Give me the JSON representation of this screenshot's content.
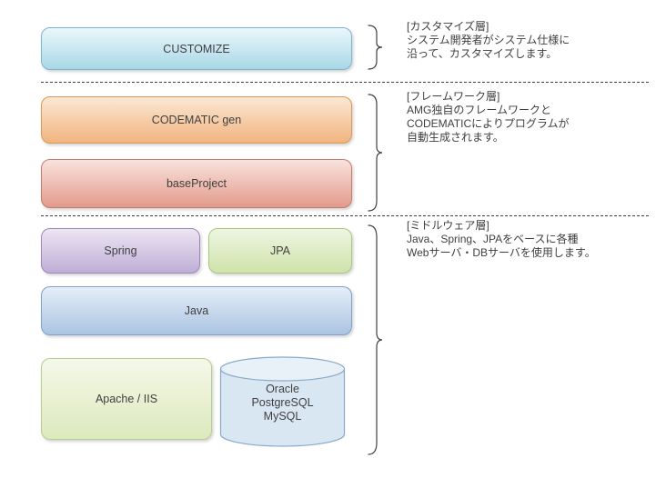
{
  "layers": {
    "customize": {
      "label": "CUSTOMIZE"
    },
    "codematic": {
      "label": "CODEMATIC gen"
    },
    "baseproject": {
      "label": "baseProject"
    },
    "spring": {
      "label": "Spring"
    },
    "jpa": {
      "label": "JPA"
    },
    "java": {
      "label": "Java"
    },
    "apache": {
      "label": "Apache / IIS"
    },
    "database": {
      "lines": [
        "Oracle",
        "PostgreSQL",
        "MySQL"
      ]
    }
  },
  "annotations": {
    "customize": {
      "title": "[カスタマイズ層]",
      "lines": [
        "システム開発者がシステム仕様に",
        "沿って、カスタマイズします。"
      ]
    },
    "framework": {
      "title": "[フレームワーク層]",
      "lines": [
        "AMG独自のフレームワークと",
        "CODEMATICによりプログラムが",
        "自動生成されます。"
      ]
    },
    "middleware": {
      "title": "[ミドルウェア層]",
      "lines": [
        "Java、Spring、JPAをベースに各種",
        "Webサーバ・DBサーバを使用します。"
      ]
    }
  },
  "colors": {
    "customize": "#a9d8e7",
    "codematic_gen": "#f1b47f",
    "base_project": "#e29a8c",
    "spring": "#bfaed6",
    "jpa": "#cfe3ab",
    "java": "#abc4e2",
    "apache_iis": "#dde9bd",
    "database": "#d9e7f3",
    "text": "#3f3f3f"
  }
}
